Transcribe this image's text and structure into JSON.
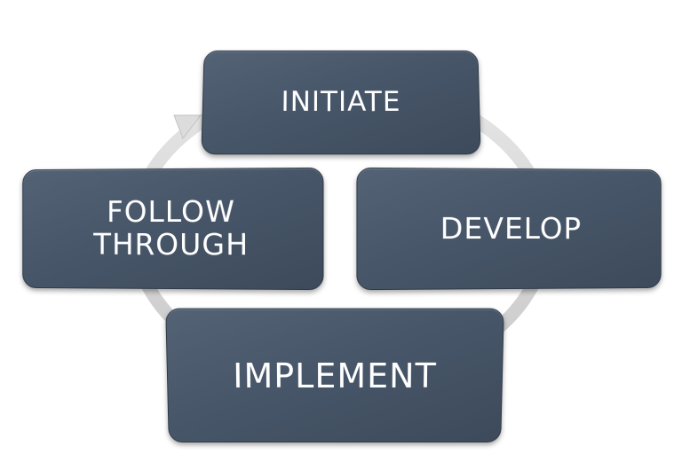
{
  "diagram": {
    "type": "cycle",
    "steps": [
      {
        "id": "initiate",
        "lines": [
          "INITIATE"
        ]
      },
      {
        "id": "develop",
        "lines": [
          "DEVELOP"
        ]
      },
      {
        "id": "implement",
        "lines": [
          "IMPLEMENT"
        ]
      },
      {
        "id": "follow-through",
        "lines": [
          "FOLLOW",
          "THROUGH"
        ]
      }
    ],
    "flow": "clockwise",
    "colors": {
      "box_fill": "#475669",
      "box_text": "#ffffff",
      "arrow": "#d6d6d6"
    }
  }
}
